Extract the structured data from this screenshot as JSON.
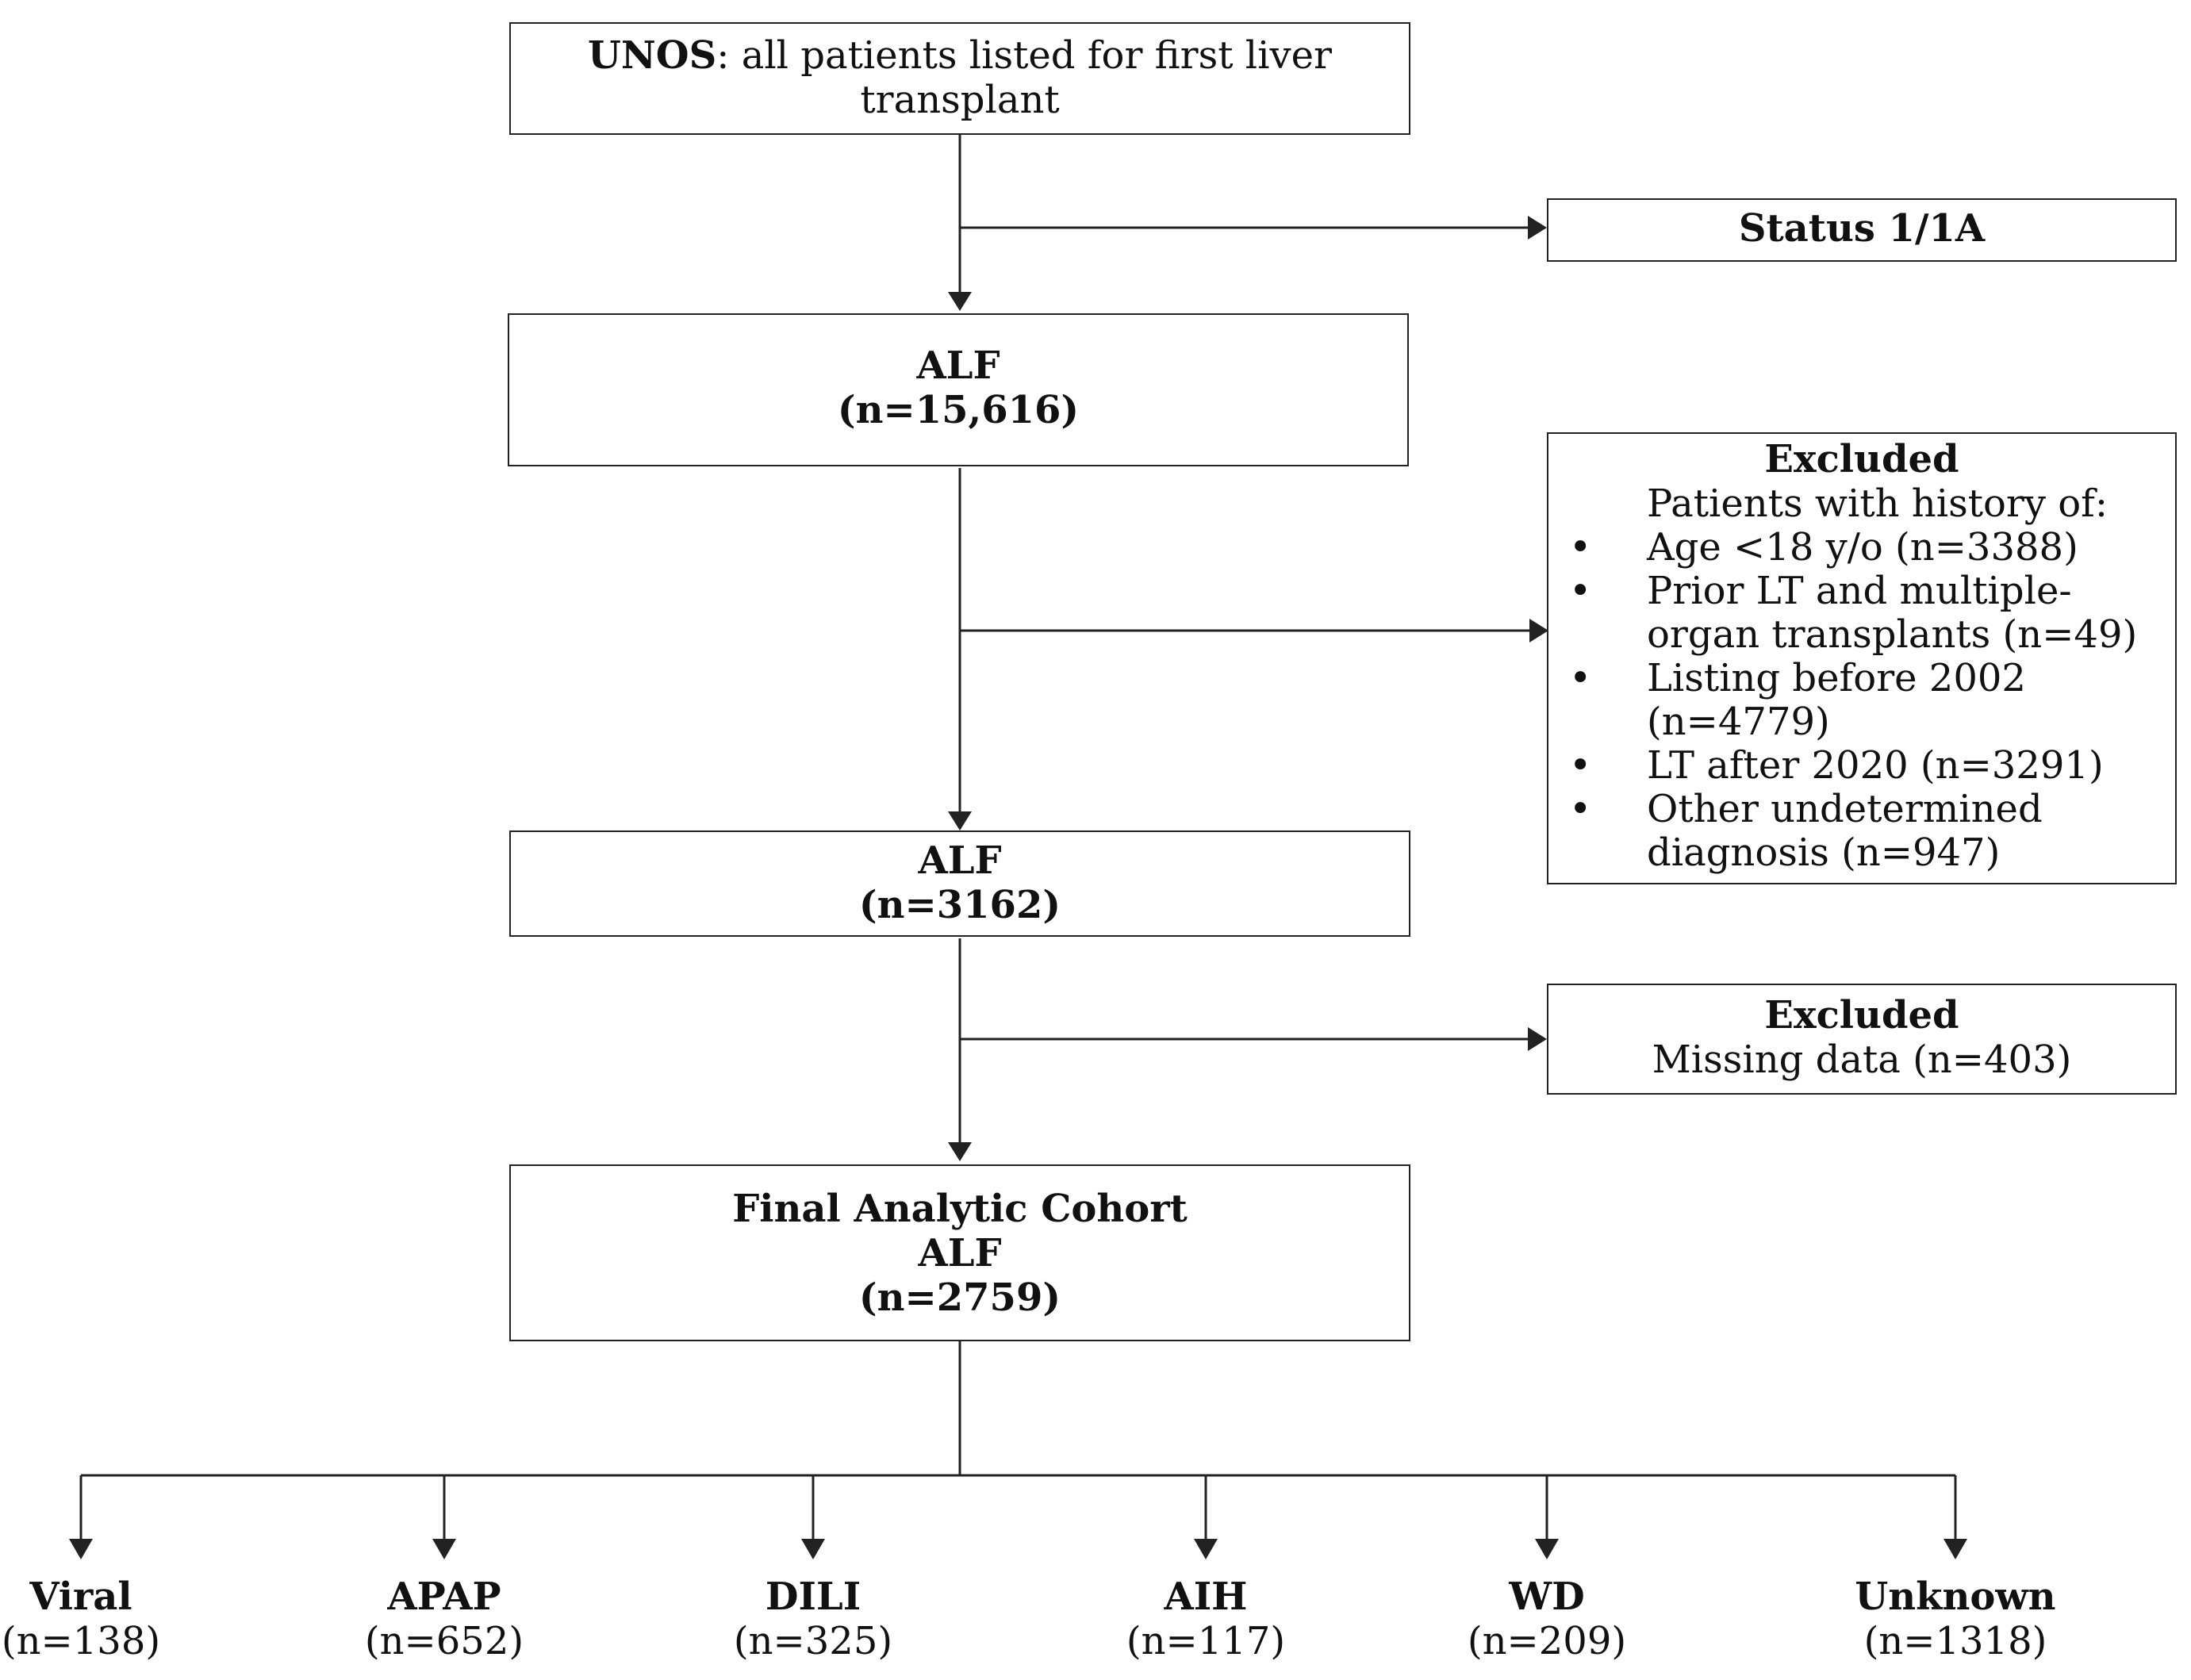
{
  "boxes": {
    "unos": {
      "bold": "UNOS",
      "rest_line1": ": all patients listed for first liver",
      "line2": "transplant"
    },
    "status": {
      "label": "Status 1/1A"
    },
    "alf1": {
      "line1": "ALF",
      "line2": "(n=15,616)"
    },
    "excluded1": {
      "title": "Excluded",
      "subtitle": "Patients with history of:",
      "bullet": "•",
      "items": [
        {
          "lines": [
            "Age <18 y/o (n=3388)"
          ]
        },
        {
          "lines": [
            "Prior LT and multiple-",
            "organ transplants (n=49)"
          ]
        },
        {
          "lines": [
            "Listing before 2002",
            "(n=4779)"
          ]
        },
        {
          "lines": [
            "LT after 2020 (n=3291)"
          ]
        },
        {
          "lines": [
            "Other undetermined",
            "diagnosis (n=947)"
          ]
        }
      ]
    },
    "alf2": {
      "line1": "ALF",
      "line2": "(n=3162)"
    },
    "excluded2": {
      "title": "Excluded",
      "line": "Missing data (n=403)"
    },
    "final": {
      "line1": "Final Analytic Cohort",
      "line2": "ALF",
      "line3": "(n=2759)"
    }
  },
  "categories": [
    {
      "name": "Viral",
      "count": "(n=138)"
    },
    {
      "name": "APAP",
      "count": "(n=652)"
    },
    {
      "name": "DILI",
      "count": "(n=325)"
    },
    {
      "name": "AIH",
      "count": "(n=117)"
    },
    {
      "name": "WD",
      "count": "(n=209)"
    },
    {
      "name": "Unknown",
      "count": "(n=1318)"
    }
  ]
}
